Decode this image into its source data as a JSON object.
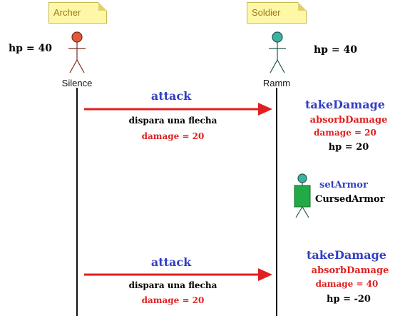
{
  "actors": {
    "archer": {
      "class_label": "Archer",
      "name": "Silence",
      "hp": "hp = 40",
      "color": "#e05a3a"
    },
    "soldier": {
      "class_label": "Soldier",
      "name": "Ramm",
      "hp": "hp = 40",
      "color": "#3bb3a0"
    }
  },
  "messages": [
    {
      "label": "attack",
      "note": "dispara una flecha",
      "damage": "damage = 20"
    },
    {
      "label": "attack",
      "note": "dispara una flecha",
      "damage": "damage = 20"
    }
  ],
  "responses": [
    {
      "method": "takeDamage",
      "sub": "absorbDamage",
      "damage": "damage = 20",
      "hp": "hp = 20"
    },
    {
      "method": "takeDamage",
      "sub": "absorbDamage",
      "damage": "damage = 40",
      "hp": "hp = -20"
    }
  ],
  "armor_event": {
    "method": "setArmor",
    "item": "CursedArmor",
    "color": "#22aa44"
  },
  "colors": {
    "arrow": "#e02020",
    "blue": "#3340c0",
    "red": "#e02020"
  }
}
